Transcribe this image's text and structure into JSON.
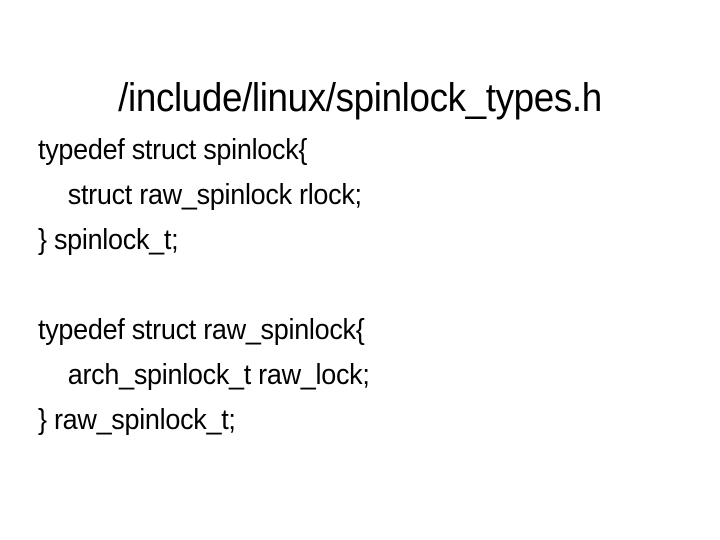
{
  "slide": {
    "title": "/include/linux/spinlock_types.h",
    "background_color": "#ffffff",
    "text_color": "#000000",
    "blocks": [
      {
        "id": "spinlock-struct",
        "lines": [
          {
            "text": "typedef struct spinlock{",
            "indent": false
          },
          {
            "text": "struct raw_spinlock rlock;",
            "indent": true
          },
          {
            "text": "} spinlock_t;",
            "indent": false
          }
        ]
      },
      {
        "id": "raw-spinlock-struct",
        "lines": [
          {
            "text": "typedef struct raw_spinlock{",
            "indent": false
          },
          {
            "text": "arch_spinlock_t raw_lock;",
            "indent": true
          },
          {
            "text": "} raw_spinlock_t;",
            "indent": false
          }
        ]
      }
    ]
  }
}
